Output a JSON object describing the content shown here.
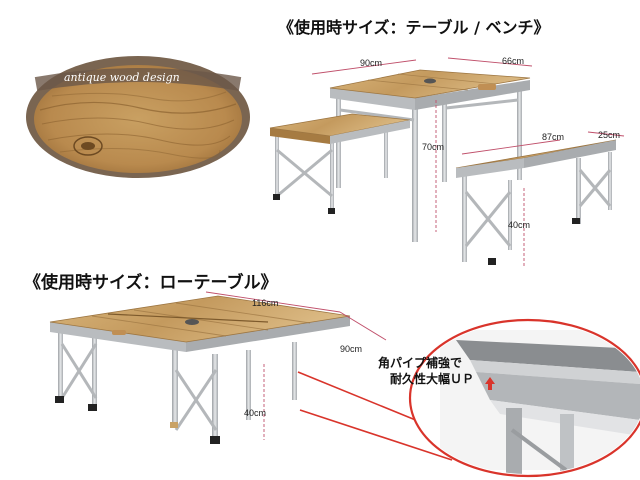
{
  "titles": {
    "top": "《使用時サイズ：テーブル / ベンチ》",
    "bottom": "《使用時サイズ：ローテーブル》"
  },
  "badge": {
    "text": "antique wood design"
  },
  "top_dimensions": {
    "table_width": "90cm",
    "table_depth": "66cm",
    "table_height": "70cm",
    "bench_width": "87cm",
    "bench_depth": "25cm",
    "bench_height": "40cm"
  },
  "bottom_dimensions": {
    "width": "116cm",
    "depth": "90cm",
    "height": "40cm"
  },
  "callout": {
    "line1": "角パイプ補強で",
    "line2": "耐久性大幅ＵＰ"
  },
  "colors": {
    "wood": "#c9a266",
    "wood_dark": "#a67b42",
    "aluminum": "#c8cacc",
    "dimension_line": "#c0506b",
    "callout_circle": "#d9342b",
    "arrow": "#d9342b"
  }
}
